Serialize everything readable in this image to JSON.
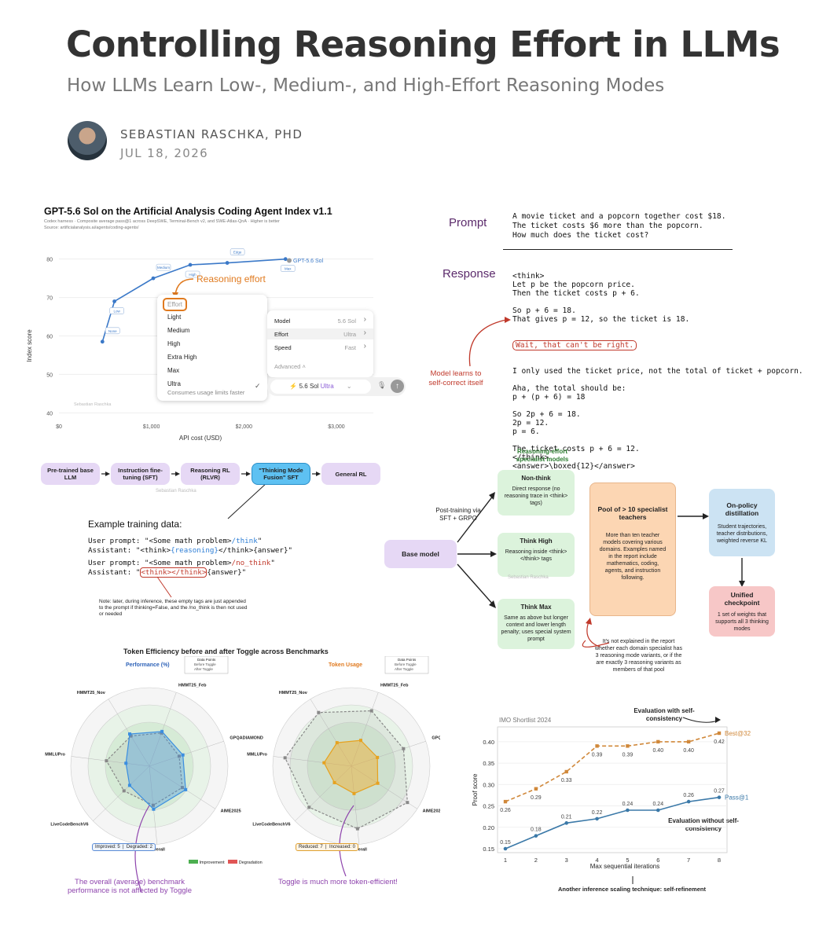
{
  "post": {
    "title": "Controlling Reasoning Effort in LLMs",
    "subtitle": "How LLMs Learn Low-, Medium-, and High-Effort Reasoning Modes",
    "author": "SEBASTIAN RASCHKA, PHD",
    "date": "JUL 18, 2026"
  },
  "coding_index": {
    "title": "GPT-5.6 Sol on the Artificial Analysis Coding Agent Index v1.1",
    "caption1": "Codex harness · Composite average pass@1 across DeepSWE, Terminal-Bench v2, and SWE-Atlas-QnA · Higher is better",
    "caption2": "Source: artificialanalysis.ai/agents/coding-agents/",
    "ylabel": "Index score",
    "xlabel": "API cost (USD)",
    "series_label": "GPT-5.6 Sol",
    "annotation": "Reasoning effort",
    "watermark": "Sebastian Raschka",
    "yticks": [
      "80",
      "70",
      "60",
      "50",
      "40"
    ],
    "xticks": [
      "$0",
      "$1,000",
      "$2,000",
      "$3,000"
    ],
    "point_labels": [
      "None",
      "Low",
      "Medium",
      "High",
      "Edge",
      "Max"
    ],
    "menu": {
      "header": "Effort",
      "items": [
        "Light",
        "Medium",
        "High",
        "Extra High",
        "Max",
        "Ultra"
      ],
      "ultra_note": "Consumes usage limits faster"
    },
    "settings": {
      "rows": [
        {
          "label": "Model",
          "value": "5.6 Sol"
        },
        {
          "label": "Effort",
          "value": "Ultra"
        },
        {
          "label": "Speed",
          "value": "Fast"
        }
      ],
      "advanced": "Advanced",
      "model_pill": "5.6 Sol",
      "model_pill_effort": "Ultra"
    }
  },
  "chart_data": [
    {
      "type": "line",
      "title": "GPT-5.6 Sol on the Artificial Analysis Coding Agent Index v1.1",
      "xlabel": "API cost (USD)",
      "ylabel": "Index score",
      "xlim": [
        0,
        3400
      ],
      "ylim": [
        37,
        83
      ],
      "series": [
        {
          "name": "GPT-5.6 Sol",
          "x": [
            470,
            600,
            1020,
            1420,
            1820,
            2450
          ],
          "y": [
            58.5,
            69,
            75,
            78.5,
            79,
            80
          ]
        }
      ]
    },
    {
      "type": "line",
      "title": "IMO Shortlist 2024",
      "xlabel": "Max sequential iterations",
      "ylabel": "Proof score",
      "ylim": [
        0.15,
        0.42
      ],
      "categories": [
        1,
        2,
        3,
        4,
        5,
        6,
        7,
        8
      ],
      "series": [
        {
          "name": "Best@32",
          "values": [
            0.26,
            0.29,
            0.33,
            0.39,
            0.39,
            0.4,
            0.4,
            0.42
          ]
        },
        {
          "name": "Pass@1",
          "values": [
            0.15,
            0.18,
            0.21,
            0.22,
            0.24,
            0.24,
            0.26,
            0.27
          ]
        }
      ]
    }
  ],
  "self_correct": {
    "prompt_label": "Prompt",
    "response_label": "Response",
    "prompt_lines": [
      "A movie ticket and a popcorn together cost $18.",
      "The ticket costs $6 more than the popcorn.",
      "How much does the ticket cost?"
    ],
    "response_lines": [
      "<think>",
      "Let p be the popcorn price.",
      "Then the ticket costs p + 6.",
      "",
      "So p + 6 = 18.",
      "That gives p = 12, so the ticket is 18.",
      ""
    ],
    "highlight": "Wait, that can't be right.",
    "response_lines2": [
      "I only used the ticket price, not the total of ticket + popcorn.",
      "",
      "Aha, the total should be:",
      "p + (p + 6) = 18",
      "",
      "So 2p + 6 = 18.",
      "2p = 12.",
      "p = 6.",
      "",
      "The ticket costs p + 6 = 12.",
      "</think>",
      "<answer>\\boxed{12}</answer>"
    ],
    "note": "Model learns to self-correct itself"
  },
  "pipeline": {
    "stages": [
      "Pre-trained base LLM",
      "Instruction fine-tuning (SFT)",
      "Reasoning RL (RLVR)",
      "\"Thinking Mode Fusion\" SFT",
      "General RL"
    ],
    "watermark": "Sebastian Raschka",
    "example_title": "Example training data:",
    "code_lines": [
      "User prompt: \"<Some math problem>/think\"",
      "Assistant: \"<think>{reasoning}</think>{answer}\"",
      "User prompt: \"<Some math problem>/no_think\"",
      "Assistant: \"<think></think>{answer}\""
    ],
    "note": "Note: later, during inference, these empty tags are just appended to the prompt if thinking=False, and the /no_think is then not used or needed"
  },
  "specialists": {
    "group_title": "Reasoning-effort specialist models",
    "post_training": "Post-training via SFT + GRPO",
    "base": "Base model",
    "models": [
      {
        "name": "Non-think",
        "desc": "Direct response (no reasoning trace in <think> tags)"
      },
      {
        "name": "Think High",
        "desc": "Reasoning inside <think></think> tags"
      },
      {
        "name": "Think Max",
        "desc": "Same as above but longer context and lower length penalty; uses special system prompt"
      }
    ],
    "pool_title": "Pool of > 10 specialist teachers",
    "pool_desc": "More than ten teacher models covering various domains. Examples named in the report include mathematics, coding, agents, and instruction following.",
    "distill_title": "On-policy distillation",
    "distill_desc": "Student trajectories, teacher distributions, weighted reverse KL",
    "unified_title": "Unified checkpoint",
    "unified_desc": "1 set of weights that supports all 3 thinking modes",
    "note": "It's not explained in the report whether each domain specialist has 3 reasoning mode variants, or if the are exactly 3 reasoning variants as members of that pool",
    "watermark": "Sebastian Raschka"
  },
  "radar": {
    "title": "Token Efficiency before and after Toggle across Benchmarks",
    "left_title": "Performance (%)",
    "right_title": "Token Usage",
    "legend_title": "Data Points",
    "legend_before": "Before Toggle",
    "legend_after": "After Toggle",
    "axes": [
      "HMMT25_Feb",
      "GPQADIAMOND",
      "AIME2025",
      "Overall",
      "LiveCodeBenchV6",
      "MMLUPro",
      "HMMT25_Nov"
    ],
    "left_summary": [
      "Improved: 5",
      "Degraded: 2"
    ],
    "right_summary": [
      "Reduced: 7",
      "Increased: 0"
    ],
    "bottom_legend": [
      "Improvement",
      "Degradation"
    ],
    "left_note": "The overall (average) benchmark performance is not affected by Toggle",
    "right_note": "Toggle is much more token-efficient!"
  },
  "imo": {
    "title": "IMO Shortlist 2024",
    "xlabel": "Max sequential iterations",
    "ylabel": "Proof score",
    "yticks": [
      "0.40",
      "0.35",
      "0.30",
      "0.25",
      "0.20",
      "0.15"
    ],
    "xticks": [
      "1",
      "2",
      "3",
      "4",
      "5",
      "6",
      "7",
      "8"
    ],
    "top_labels": [
      "0.26",
      "0.29",
      "0.33",
      "0.39",
      "0.39",
      "0.40",
      "0.40",
      "0.42"
    ],
    "bottom_labels": [
      "0.15",
      "0.18",
      "0.21",
      "0.22",
      "0.24",
      "0.24",
      "0.26",
      "0.27"
    ],
    "series_top": "Best@32",
    "series_bottom": "Pass@1",
    "ann_top": "Evaluation with self-consistency",
    "ann_bottom": "Evaluation without self-consistency",
    "caption": "Another inference scaling technique: self-refinement",
    "colors": {
      "top": "#d0883a",
      "bottom": "#3b79a8"
    }
  }
}
